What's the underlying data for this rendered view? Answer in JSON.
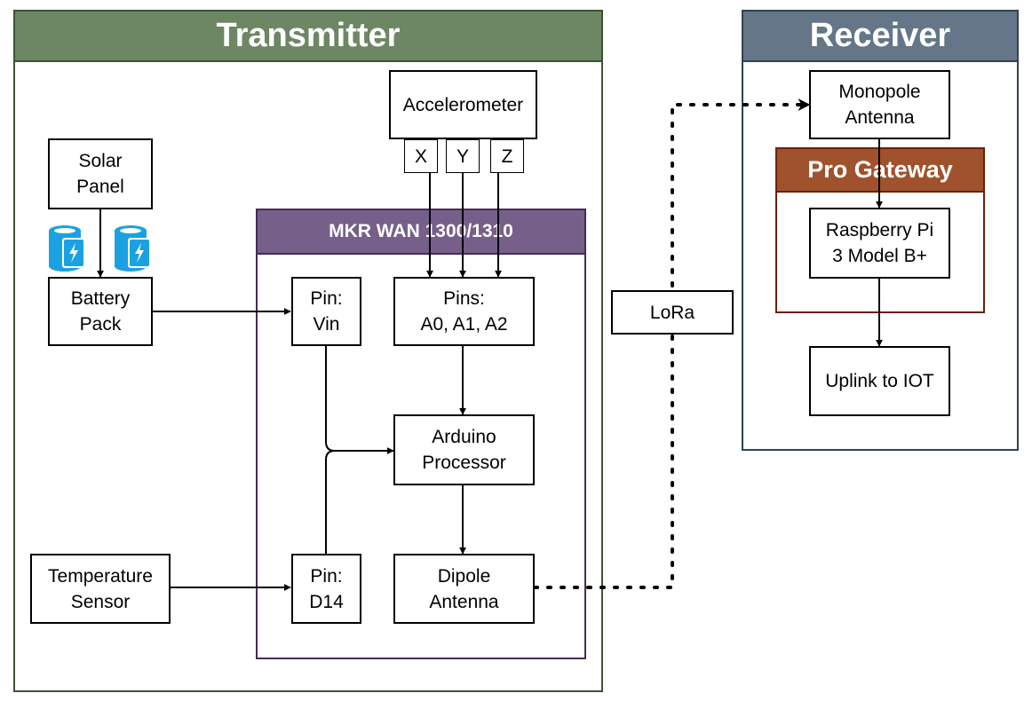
{
  "transmitter": {
    "title": "Transmitter"
  },
  "receiver": {
    "title": "Receiver"
  },
  "mkr": {
    "title": "MKR WAN 1300/1310"
  },
  "gateway": {
    "title": "Pro Gateway"
  },
  "nodes": {
    "accelerometer": "Accelerometer",
    "x": "X",
    "y": "Y",
    "z": "Z",
    "solar_panel": "Solar\nPanel",
    "battery_pack": "Battery\nPack",
    "pin_vin": "Pin:\nVin",
    "pins_analog": "Pins:\nA0, A1, A2",
    "arduino": "Arduino\nProcessor",
    "pin_d14": "Pin:\nD14",
    "dipole": "Dipole\nAntenna",
    "temperature": "Temperature\nSensor",
    "lora": "LoRa",
    "monopole": "Monopole\nAntenna",
    "raspberry": "Raspberry Pi\n3 Model B+",
    "uplink": "Uplink to IOT"
  },
  "icons": [
    "battery-charge-icon",
    "battery-charge-icon"
  ],
  "colors": {
    "transmitter_header": "#6d8764",
    "transmitter_border": "#3a5431",
    "receiver_header": "#647687",
    "receiver_border": "#314354",
    "mkr_header": "#76608a",
    "mkr_border": "#432d57",
    "gateway_header": "#a0522d",
    "gateway_border": "#6d1f00",
    "battery_icon": "#1ba1e2"
  }
}
